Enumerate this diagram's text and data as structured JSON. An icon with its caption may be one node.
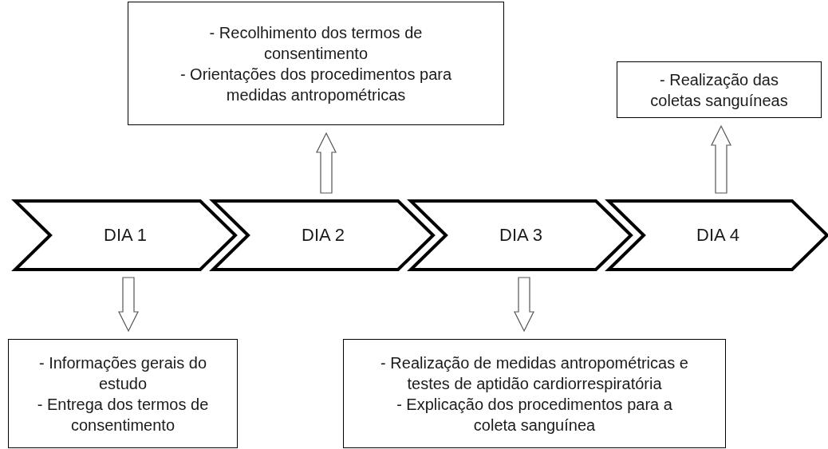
{
  "diagram": {
    "nodes": [
      {
        "text": [
          "- Recolhimento dos termos de consentimento",
          "- Orientações dos procedimentos para medidas antropométricas"
        ]
      },
      {
        "text": [
          "- Realização das coletas sanguíneas"
        ]
      },
      {
        "text": [
          "DIA 1"
        ]
      },
      {
        "text": [
          "DIA 2"
        ]
      },
      {
        "text": [
          "DIA 3"
        ]
      },
      {
        "text": [
          "DIA 4"
        ]
      },
      {
        "text": [
          "- Informações gerais do estudo",
          "- Entrega dos termos de consentimento"
        ]
      },
      {
        "text": [
          "- Realização de medidas antropométricas e testes de aptidão cardiorrespiratória",
          "- Explicação dos procedimentos para a coleta sanguínea"
        ]
      }
    ],
    "edges": [
      {
        "from": 3,
        "to": 0,
        "arrow": "to"
      },
      {
        "from": 5,
        "to": 1,
        "arrow": "to"
      },
      {
        "from": 2,
        "to": 6,
        "arrow": "to"
      },
      {
        "from": 4,
        "to": 7,
        "arrow": "to"
      }
    ]
  }
}
